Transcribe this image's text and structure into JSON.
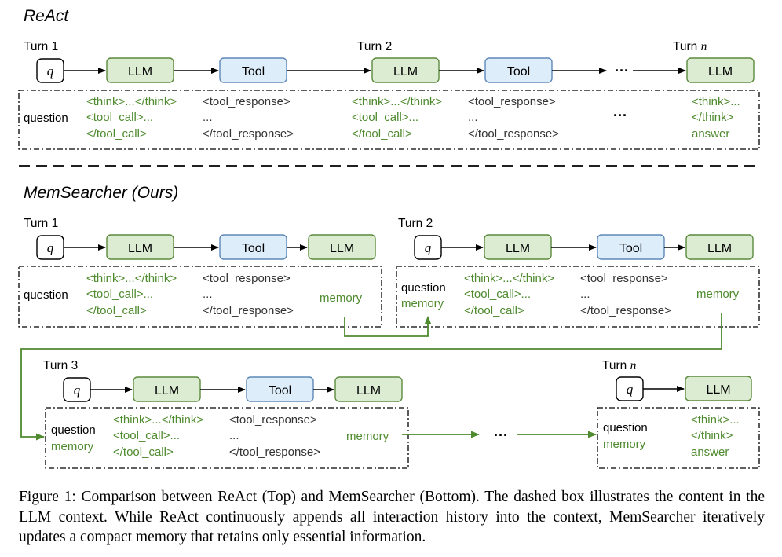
{
  "colors": {
    "llm_fill": "#dcecd3",
    "llm_stroke": "#5c8a3d",
    "tool_fill": "#deedfa",
    "tool_stroke": "#5e88b8",
    "green_text": "#4e8a2e",
    "dark_text": "#333333",
    "arrow_black": "#000000",
    "arrow_green": "#4e8a2e"
  },
  "react": {
    "title": "ReAct",
    "turn1_label": "Turn 1",
    "turn2_label": "Turn 2",
    "turnn_label": "Turn ",
    "turnn_var": "n",
    "q": "q",
    "llm1": "LLM",
    "tool1": "Tool",
    "llm2": "LLM",
    "tool2": "Tool",
    "ellipsis_top": "···",
    "llm_n": "LLM",
    "ctx": {
      "question": "question",
      "c1": [
        "<think>...</think>",
        "<tool_call>...",
        "</tool_call>"
      ],
      "c2": [
        "<tool_response>",
        "...",
        "</tool_response>"
      ],
      "c3": [
        "<think>...</think>",
        "<tool_call>...",
        "</tool_call>"
      ],
      "c4": [
        "<tool_response>",
        "...",
        "</tool_response>"
      ],
      "ellipsis": "···",
      "c6": [
        "<think>...",
        "</think>",
        "answer"
      ]
    }
  },
  "memsearcher": {
    "title": "MemSearcher (Ours)",
    "turn1": {
      "label": "Turn 1",
      "q": "q",
      "llm1": "LLM",
      "tool": "Tool",
      "llm2": "LLM",
      "question": "question",
      "c1": [
        "<think>...</think>",
        "<tool_call>...",
        "</tool_call>"
      ],
      "c2": [
        "<tool_response>",
        "...",
        "</tool_response>"
      ],
      "memory": "memory"
    },
    "turn2": {
      "label": "Turn 2",
      "q": "q",
      "llm1": "LLM",
      "tool": "Tool",
      "llm2": "LLM",
      "question": "question",
      "memory_in": "memory",
      "c1": [
        "<think>...</think>",
        "<tool_call>...",
        "</tool_call>"
      ],
      "c2": [
        "<tool_response>",
        "...",
        "</tool_response>"
      ],
      "memory": "memory"
    },
    "turn3": {
      "label": "Turn 3",
      "q": "q",
      "llm1": "LLM",
      "tool": "Tool",
      "llm2": "LLM",
      "question": "question",
      "memory_in": "memory",
      "c1": [
        "<think>...</think>",
        "<tool_call>...",
        "</tool_call>"
      ],
      "c2": [
        "<tool_response>",
        "...",
        "</tool_response>"
      ],
      "memory": "memory"
    },
    "ellipsis": "···",
    "turnn": {
      "label": "Turn ",
      "label_var": "n",
      "q": "q",
      "llm": "LLM",
      "question": "question",
      "memory_in": "memory",
      "c1": [
        "<think>...",
        "</think>",
        "answer"
      ]
    }
  },
  "caption": "Figure 1: Comparison between ReAct (Top) and MemSearcher (Bottom). The dashed box illustrates the content in the LLM context. While ReAct continuously appends all interaction history into the context, MemSearcher iteratively updates a compact memory that retains only essential information."
}
